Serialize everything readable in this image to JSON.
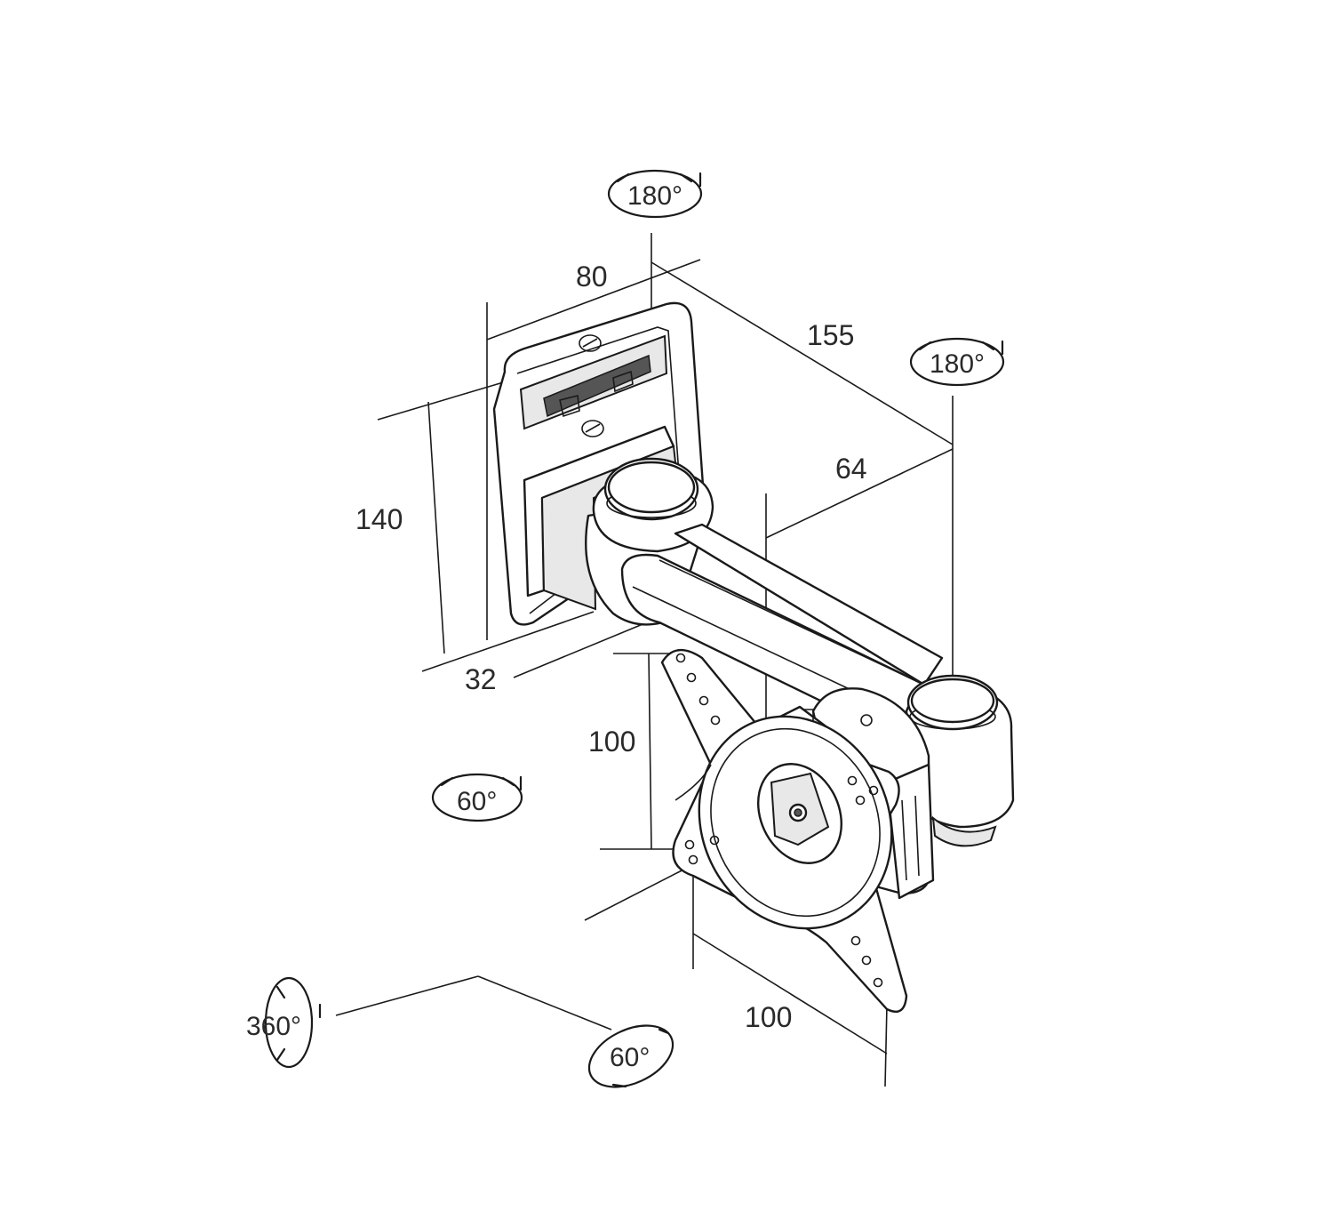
{
  "diagram": {
    "dimensions": {
      "width_top": "80",
      "depth_total": "155",
      "arm_length": "64",
      "height_plate": "140",
      "plate_depth": "32",
      "vesa_vertical": "100",
      "vesa_horizontal": "100"
    },
    "rotations": {
      "top_pivot": "180°",
      "right_pivot": "180°",
      "tilt": "60°",
      "rotate": "360°",
      "swivel": "60°"
    },
    "colors": {
      "line": "#1a1a1a",
      "text": "#2a2a2a",
      "background": "#ffffff"
    }
  }
}
